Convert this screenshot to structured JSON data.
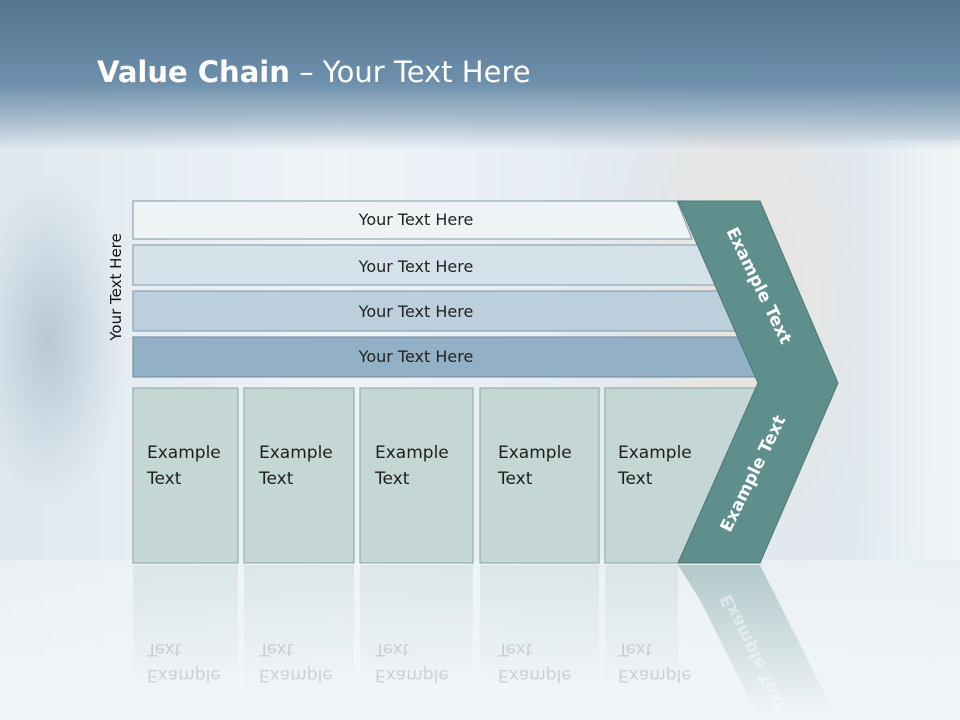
{
  "slide": {
    "title_bold": "Value Chain",
    "title_rest": " – Your Text Here",
    "side_label": "Your Text Here"
  },
  "rows": [
    {
      "label": "Your Text Here"
    },
    {
      "label": "Your Text Here"
    },
    {
      "label": "Your Text Here"
    },
    {
      "label": "Your Text Here"
    }
  ],
  "boxes": [
    {
      "line1": "Example",
      "line2": "Text"
    },
    {
      "line1": "Example",
      "line2": "Text"
    },
    {
      "line1": "Example",
      "line2": "Text"
    },
    {
      "line1": "Example",
      "line2": "Text"
    },
    {
      "line1": "Example",
      "line2": "Text"
    }
  ],
  "chevron": {
    "upper_label": "Example Text",
    "lower_label": "Example Text"
  },
  "colors": {
    "row1": "#eef3f6",
    "row2": "#d6e2ea",
    "row3": "#bccfdc",
    "row4": "#93b1c6",
    "box": "#c4d7d5",
    "chevron": "#5e8f8d"
  }
}
